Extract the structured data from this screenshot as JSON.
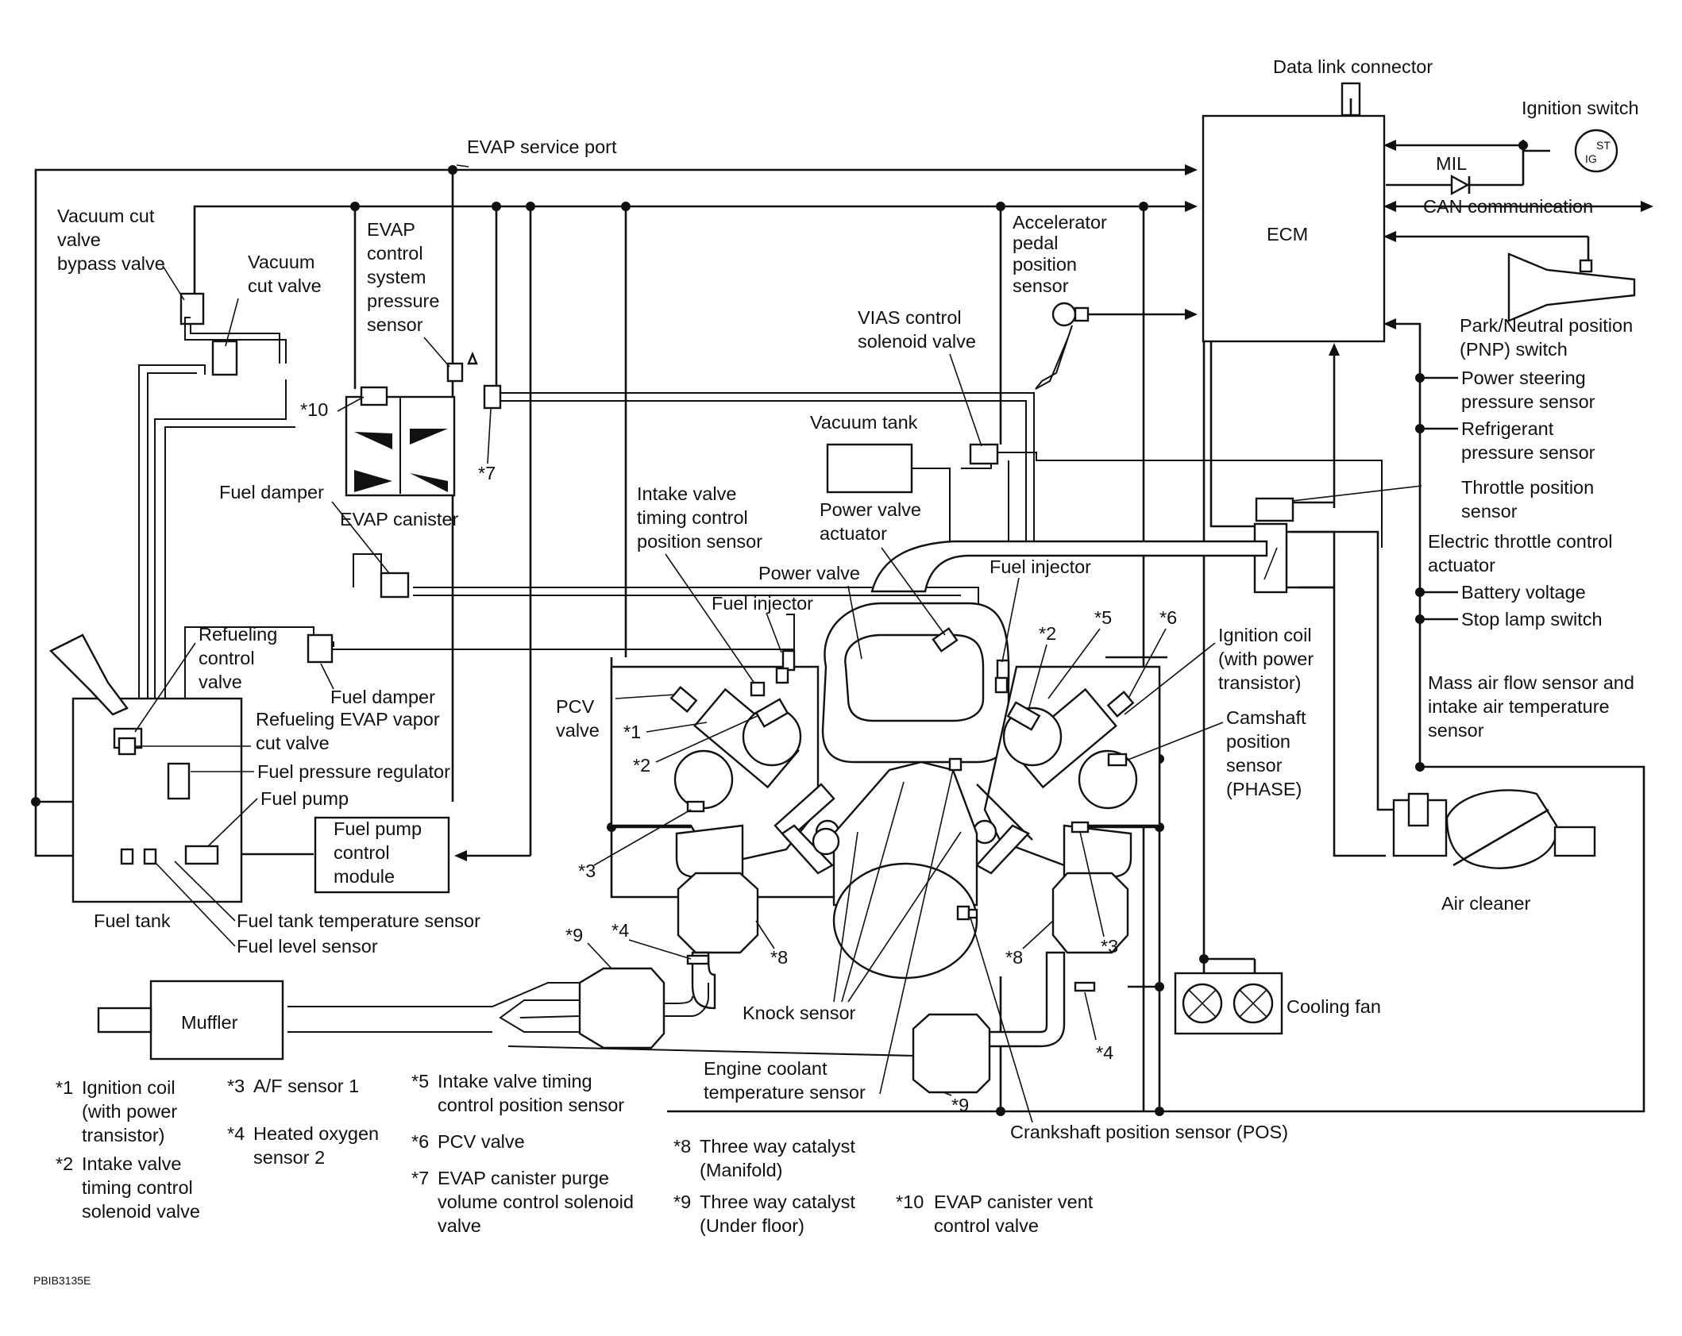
{
  "labels": {
    "data_link_connector": "Data link connector",
    "ignition_switch": "Ignition switch",
    "ign_st": "ST",
    "ign_ig": "IG",
    "ecm": "ECM",
    "mil": "MIL",
    "can_communication": "CAN communication",
    "evap_service_port": "EVAP service port",
    "vacuum_cut_valve_bypass_valve": [
      "Vacuum cut",
      "valve",
      "bypass valve"
    ],
    "vacuum_cut_valve": [
      "Vacuum",
      "cut valve"
    ],
    "evap_pressure_sensor": [
      "EVAP",
      "control",
      "system",
      "pressure",
      "sensor"
    ],
    "accelerator_pedal_position_sensor": [
      "Accelerator",
      "pedal",
      "position",
      "sensor"
    ],
    "pnp_switch": [
      "Park/Neutral position",
      "(PNP) switch"
    ],
    "power_steering_pressure_sensor": [
      "Power steering",
      "pressure sensor"
    ],
    "refrigerant_pressure_sensor": [
      "Refrigerant",
      "pressure sensor"
    ],
    "throttle_position_sensor": [
      "Throttle position",
      "sensor"
    ],
    "electric_throttle_control_actuator": [
      "Electric throttle control",
      "actuator"
    ],
    "battery_voltage": "Battery voltage",
    "stop_lamp_switch": "Stop lamp switch",
    "mass_air_flow_sensor": [
      "Mass air flow sensor and",
      "intake air temperature",
      "sensor"
    ],
    "vias_control_solenoid_valve": [
      "VIAS control",
      "solenoid valve"
    ],
    "vacuum_tank": "Vacuum tank",
    "power_valve_actuator": [
      "Power valve",
      "actuator"
    ],
    "power_valve": "Power valve",
    "fuel_injector_right": "Fuel injector",
    "fuel_injector_left": "Fuel injector",
    "intake_valve_timing_sensor": [
      "Intake valve",
      "timing control",
      "position sensor"
    ],
    "ref_10": "*10",
    "ref_7": "*7",
    "fuel_damper_top": "Fuel damper",
    "evap_canister": "EVAP canister",
    "refueling_control_valve": [
      "Refueling",
      "control",
      "valve"
    ],
    "fuel_damper_bottom": "Fuel damper",
    "refueling_evap_vapor_cut_valve": [
      "Refueling EVAP vapor",
      "cut valve"
    ],
    "fuel_pressure_regulator": "Fuel pressure regulator",
    "fuel_pump": "Fuel pump",
    "fuel_pump_control_module": [
      "Fuel pump",
      "control",
      "module"
    ],
    "fuel_tank": "Fuel tank",
    "fuel_tank_temperature_sensor": "Fuel tank temperature sensor",
    "fuel_level_sensor": "Fuel level sensor",
    "pcv_valve": [
      "PCV",
      "valve"
    ],
    "ref_1": "*1",
    "ref_2_left": "*2",
    "ref_2_right": "*2",
    "ref_5": "*5",
    "ref_6": "*6",
    "ref_3_left": "*3",
    "ref_3_right": "*3",
    "ref_4_left": "*4",
    "ref_4_right": "*4",
    "ref_8_left": "*8",
    "ref_8_right": "*8",
    "ref_9_left": "*9",
    "ref_9_right": "*9",
    "ignition_coil": [
      "Ignition coil",
      "(with power",
      "transistor)"
    ],
    "camshaft_position_sensor": [
      "Camshaft",
      "position",
      "sensor",
      "(PHASE)"
    ],
    "air_cleaner": "Air cleaner",
    "cooling_fan": "Cooling fan",
    "muffler": "Muffler",
    "knock_sensor": "Knock sensor",
    "engine_coolant_temperature_sensor": [
      "Engine coolant",
      "temperature sensor"
    ],
    "crankshaft_position_sensor": "Crankshaft position sensor (POS)",
    "figure_code": "PBIB3135E"
  },
  "legend": [
    {
      "ref": "*1",
      "lines": [
        "Ignition coil",
        "(with power",
        "transistor)"
      ]
    },
    {
      "ref": "*2",
      "lines": [
        "Intake valve",
        "timing control",
        "solenoid valve"
      ]
    },
    {
      "ref": "*3",
      "lines": [
        "A/F sensor 1"
      ]
    },
    {
      "ref": "*4",
      "lines": [
        "Heated oxygen",
        "sensor 2"
      ]
    },
    {
      "ref": "*5",
      "lines": [
        "Intake valve timing",
        "control position sensor"
      ]
    },
    {
      "ref": "*6",
      "lines": [
        "PCV valve"
      ]
    },
    {
      "ref": "*7",
      "lines": [
        "EVAP canister purge",
        "volume control solenoid",
        "valve"
      ]
    },
    {
      "ref": "*8",
      "lines": [
        "Three way catalyst",
        "(Manifold)"
      ]
    },
    {
      "ref": "*9",
      "lines": [
        "Three way catalyst",
        "(Under floor)"
      ]
    },
    {
      "ref": "*10",
      "lines": [
        "EVAP canister vent",
        "control valve"
      ]
    }
  ]
}
